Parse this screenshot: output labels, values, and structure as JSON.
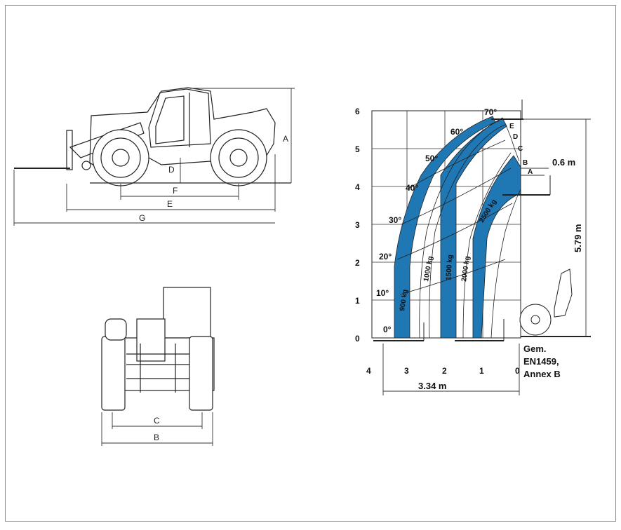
{
  "side_view": {
    "dimensions": {
      "A": "A",
      "D": "D",
      "F": "F",
      "E": "E",
      "G": "G"
    }
  },
  "front_view": {
    "dimensions": {
      "C": "C",
      "B": "B"
    }
  },
  "load_chart": {
    "y_ticks": [
      "0",
      "1",
      "2",
      "3",
      "4",
      "5",
      "6"
    ],
    "x_ticks": [
      "4",
      "3",
      "2",
      "1",
      "0"
    ],
    "angles": [
      "0°",
      "10°",
      "20°",
      "30°",
      "40°",
      "50°",
      "60°",
      "70°"
    ],
    "loads": [
      "900 kg",
      "1000 kg",
      "1500 kg",
      "2000 kg",
      "2500 kg"
    ],
    "extension_letters": [
      "A",
      "B",
      "C",
      "D",
      "E"
    ],
    "offset_label": "0.6  m",
    "max_height_label": "5.79  m",
    "max_reach_label": "3.34  m",
    "note_lines": [
      "Gem.",
      "EN1459,",
      "Annex B"
    ],
    "band_color": "#1f77b4"
  }
}
